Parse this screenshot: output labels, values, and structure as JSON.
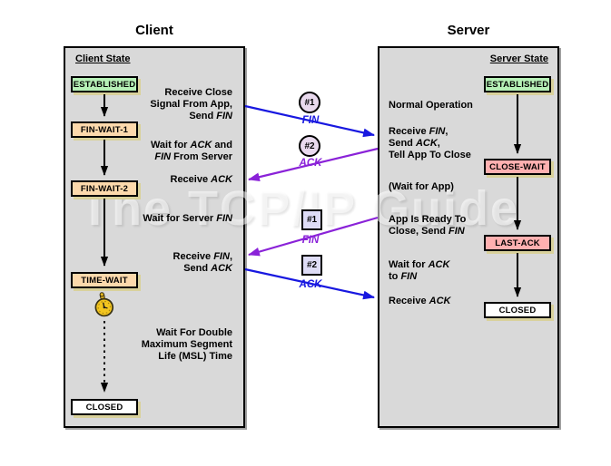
{
  "watermark": "The TCP/IP Guide",
  "colors": {
    "client_sent_blue": "#1818e0",
    "server_sent_purple": "#8a22d8",
    "black_line": "#000000",
    "panel_bg": "#d9d9d9",
    "box_shadow": "#d9d19b",
    "established_green": "#b6f0b6",
    "wait_tan": "#fcd9ac",
    "close_pink": "#ffb0b0",
    "closed_white": "#ffffff"
  },
  "client": {
    "title": "Client",
    "state_header": "Client State",
    "states": [
      {
        "label": "ESTABLISHED",
        "color": "#b6f0b6"
      },
      {
        "label": "FIN-WAIT-1",
        "color": "#fcd9ac"
      },
      {
        "label": "FIN-WAIT-2",
        "color": "#fcd9ac"
      },
      {
        "label": "TIME-WAIT",
        "color": "#fcd9ac"
      },
      {
        "label": "CLOSED",
        "color": "#ffffff"
      }
    ],
    "annotations": [
      "Receive Close\nSignal From App,\nSend *FIN*",
      "Wait for *ACK* and\n*FIN* From Server",
      "Receive *ACK*",
      "Wait for Server *FIN*",
      "Receive *FIN*,\nSend *ACK*",
      "Wait For Double\nMaximum Segment\nLife (MSL) Time"
    ]
  },
  "server": {
    "title": "Server",
    "state_header": "Server State",
    "states": [
      {
        "label": "ESTABLISHED",
        "color": "#b6f0b6"
      },
      {
        "label": "CLOSE-WAIT",
        "color": "#ffb0b0"
      },
      {
        "label": "LAST-ACK",
        "color": "#ffb0b0"
      },
      {
        "label": "CLOSED",
        "color": "#ffffff"
      }
    ],
    "annotations": [
      "Normal Operation",
      "Receive *FIN*,\nSend *ACK*,\nTell App To Close",
      "(Wait for App)",
      "App Is Ready To\nClose, Send *FIN*",
      "Wait for *ACK*\nto *FIN*",
      "Receive *ACK*"
    ]
  },
  "messages": [
    {
      "badge": "#1",
      "shape": "circle",
      "label": "FIN",
      "direction": "client-to-server",
      "color": "#1818e0"
    },
    {
      "badge": "#2",
      "shape": "circle",
      "label": "ACK",
      "direction": "server-to-client",
      "color": "#8a22d8"
    },
    {
      "badge": "#1",
      "shape": "square",
      "label": "FIN",
      "direction": "server-to-client",
      "color": "#8a22d8"
    },
    {
      "badge": "#2",
      "shape": "square",
      "label": "ACK",
      "direction": "client-to-server",
      "color": "#1818e0"
    }
  ]
}
